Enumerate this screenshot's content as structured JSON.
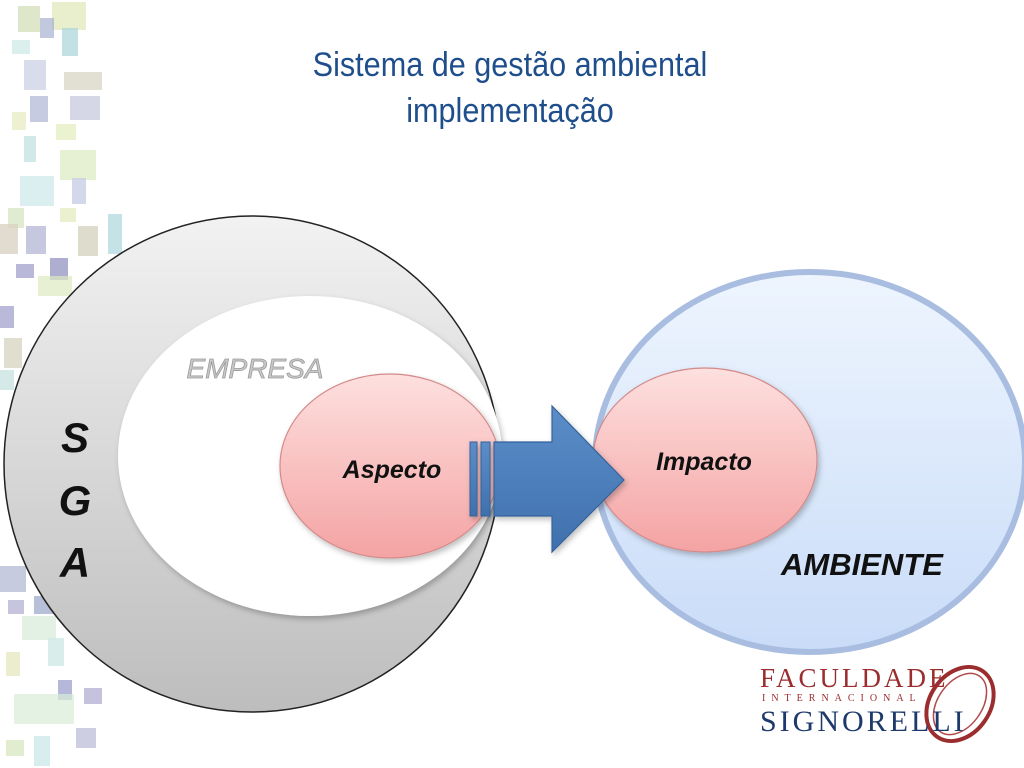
{
  "slide": {
    "title_line1": "Sistema de gestão ambiental",
    "title_line2": "implementação"
  },
  "diagram": {
    "sga_letters": [
      "S",
      "G",
      "A"
    ],
    "empresa_label": "EMPRESA",
    "aspecto_label": "Aspecto",
    "impacto_label": "Impacto",
    "ambiente_label": "AMBIENTE"
  },
  "logo": {
    "line1": "FACULDADE",
    "line2": "INTERNACIONAL",
    "line3": "SIGNORELLI"
  },
  "colors": {
    "title": "#1f4e8c",
    "arrow": "#4f81bd",
    "aspect_fill": "#f7a8a8",
    "ambient_fill": "#d6e6fb",
    "logo_red": "#9b2d2f",
    "logo_blue": "#1d3a6b"
  }
}
